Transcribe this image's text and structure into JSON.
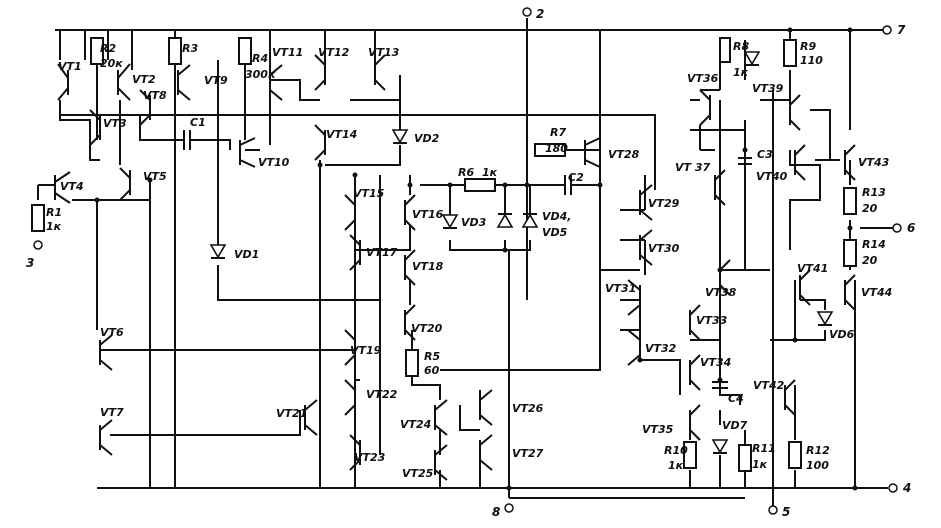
{
  "pins": {
    "p2": "2",
    "p3": "3",
    "p4": "4",
    "p5": "5",
    "p6": "6",
    "p7": "7",
    "p8": "8"
  },
  "transistors": {
    "vt1": "VT1",
    "vt2": "VT2",
    "vt3": "VT3",
    "vt4": "VT4",
    "vt5": "VT5",
    "vt6": "VT6",
    "vt7": "VT7",
    "vt8": "VT8",
    "vt9": "VT9",
    "vt10": "VT10",
    "vt11": "VT11",
    "vt12": "VT12",
    "vt13": "VT13",
    "vt14": "VT14",
    "vt15": "VT15",
    "vt16": "VT16",
    "vt17": "VT17",
    "vt18": "VT18",
    "vt19": "VT19",
    "vt20": "VT20",
    "vt21": "VT21",
    "vt22": "VT22",
    "vt23": "VT23",
    "vt24": "VT24",
    "vt25": "VT25",
    "vt26": "VT26",
    "vt27": "VT27",
    "vt28": "VT28",
    "vt29": "VT29",
    "vt30": "VT30",
    "vt31": "VT31",
    "vt32": "VT32",
    "vt33": "VT33",
    "vt34": "VT34",
    "vt35": "VT35",
    "vt36": "VT36",
    "vt37": "VT 37",
    "vt38": "VT38",
    "vt39": "VT39",
    "vt40": "VT40",
    "vt41": "VT41",
    "vt42": "VT42",
    "vt43": "VT43",
    "vt44": "VT44"
  },
  "resistors": {
    "r1": "R1",
    "r1_val": "1к",
    "r2": "R2",
    "r2_val": "20к",
    "r3": "R3",
    "r4": "R4",
    "r4_val": "300к",
    "r5": "R5",
    "r5_val": "60",
    "r6": "R6",
    "r6_val": "1к",
    "r7": "R7",
    "r7_val": "180",
    "r8": "R8",
    "r8_val": "1к",
    "r9": "R9",
    "r9_val": "110",
    "r10": "R10",
    "r10_val": "1к",
    "r11": "R11",
    "r11_val": "1к",
    "r12": "R12",
    "r12_val": "100",
    "r13": "R13",
    "r13_val": "20",
    "r14": "R14",
    "r14_val": "20"
  },
  "capacitors": {
    "c1": "C1",
    "c2": "C2",
    "c3": "C3",
    "c4": "C4"
  },
  "diodes": {
    "vd1": "VD1",
    "vd2": "VD2",
    "vd3": "VD3",
    "vd4": "VD4,",
    "vd5": "VD5",
    "vd6": "VD6",
    "vd7": "VD7"
  }
}
